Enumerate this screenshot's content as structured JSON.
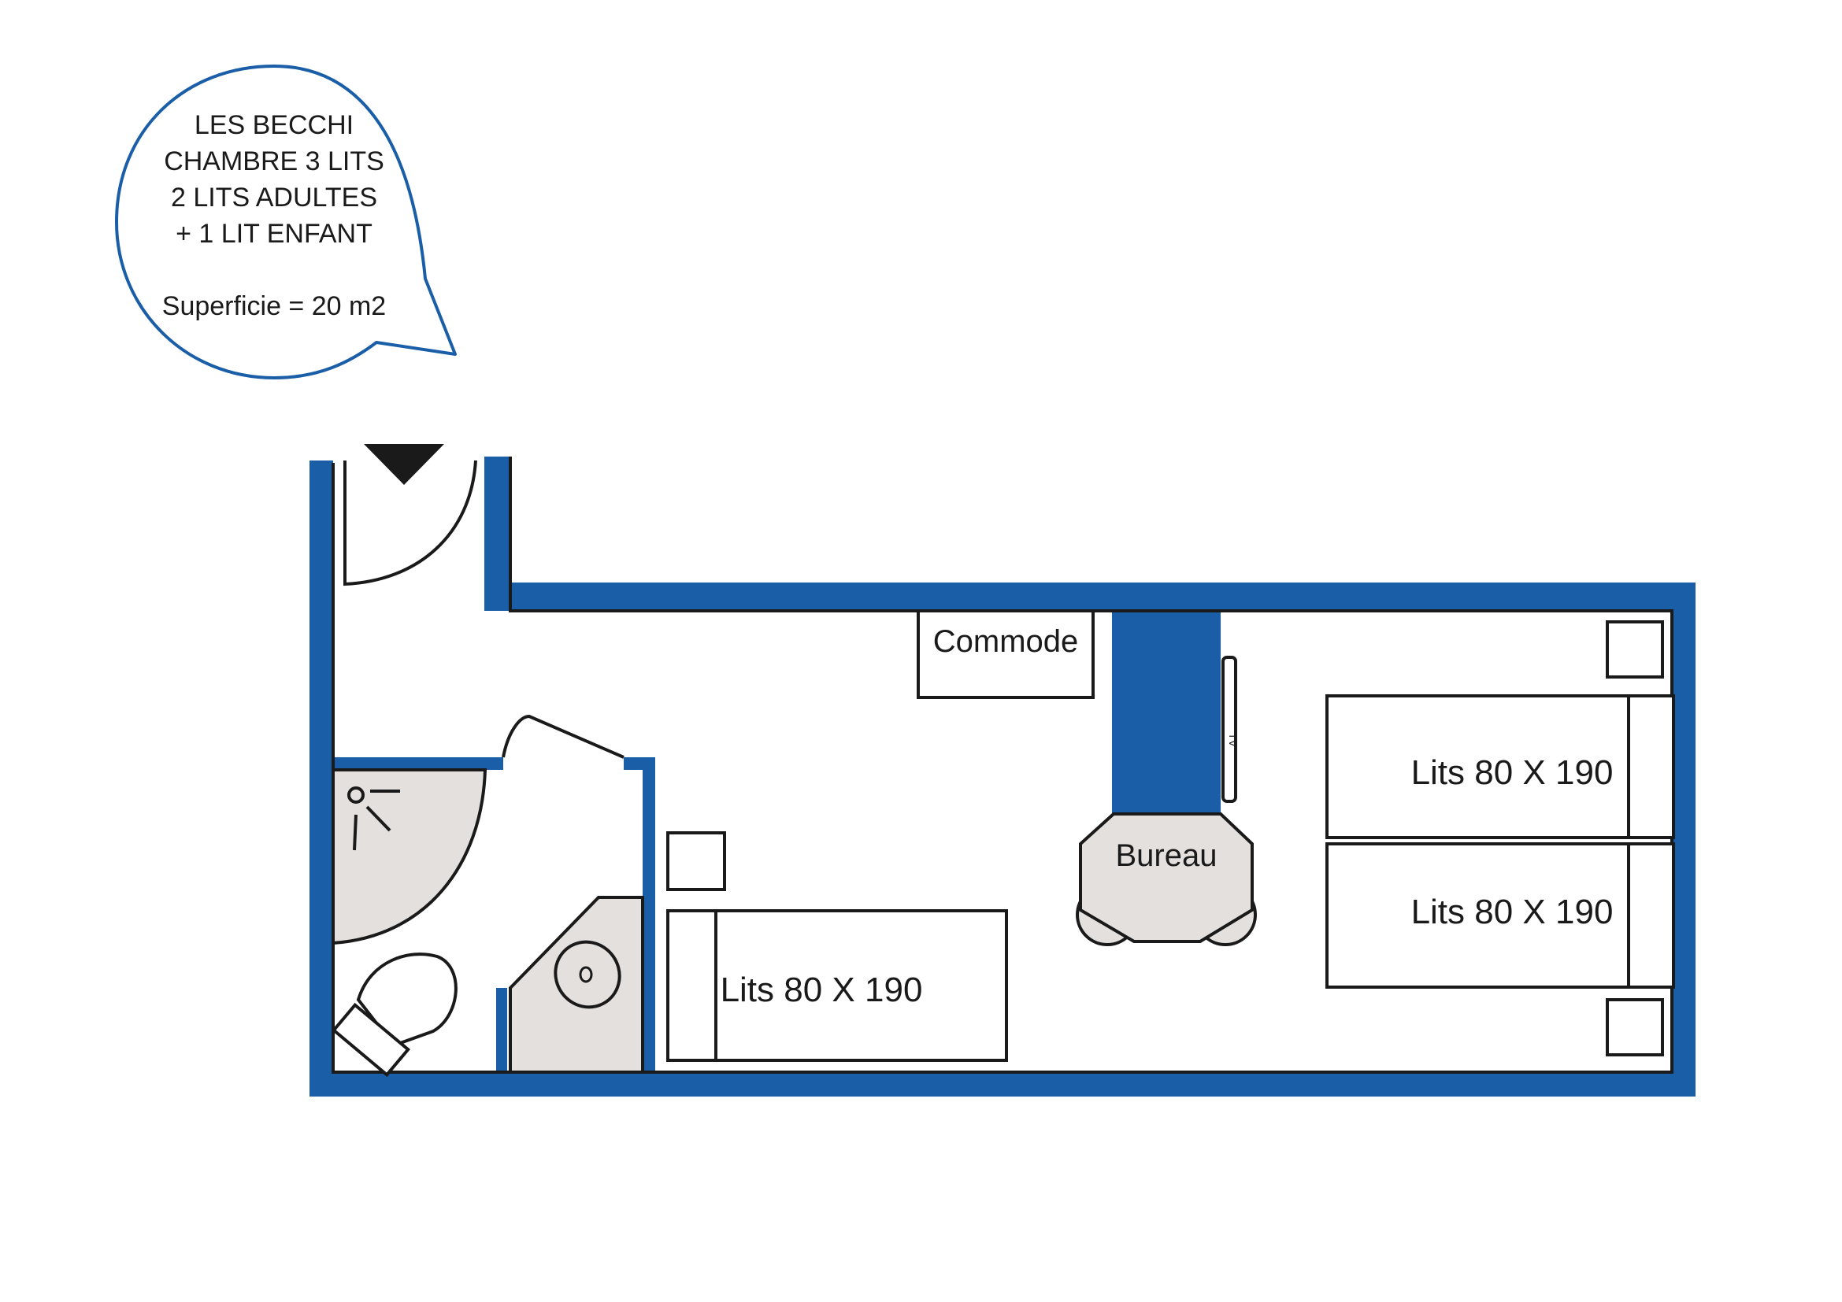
{
  "bubble": {
    "lines": [
      "LES BECCHI",
      "CHAMBRE 3 LITS",
      "2 LITS ADULTES",
      "+ 1 LIT ENFANT"
    ],
    "area": "Superficie = 20 m2"
  },
  "furniture": {
    "commode": "Commode",
    "bureau": "Bureau",
    "tv": "TV",
    "bed_single": "Lits 80 X 190",
    "bed_top": "Lits 80 X 190",
    "bed_bottom": "Lits 80 X 190"
  },
  "colors": {
    "wall": "#1a5ea8",
    "bubble_outline": "#1a5ea8",
    "bathroom_fixtures": "#e3e0dd"
  },
  "icons": [
    "entrance-arrow-icon",
    "door-swing-icon",
    "shower-head-icon",
    "toilet-icon",
    "sink-icon",
    "bedside-table-icon"
  ]
}
